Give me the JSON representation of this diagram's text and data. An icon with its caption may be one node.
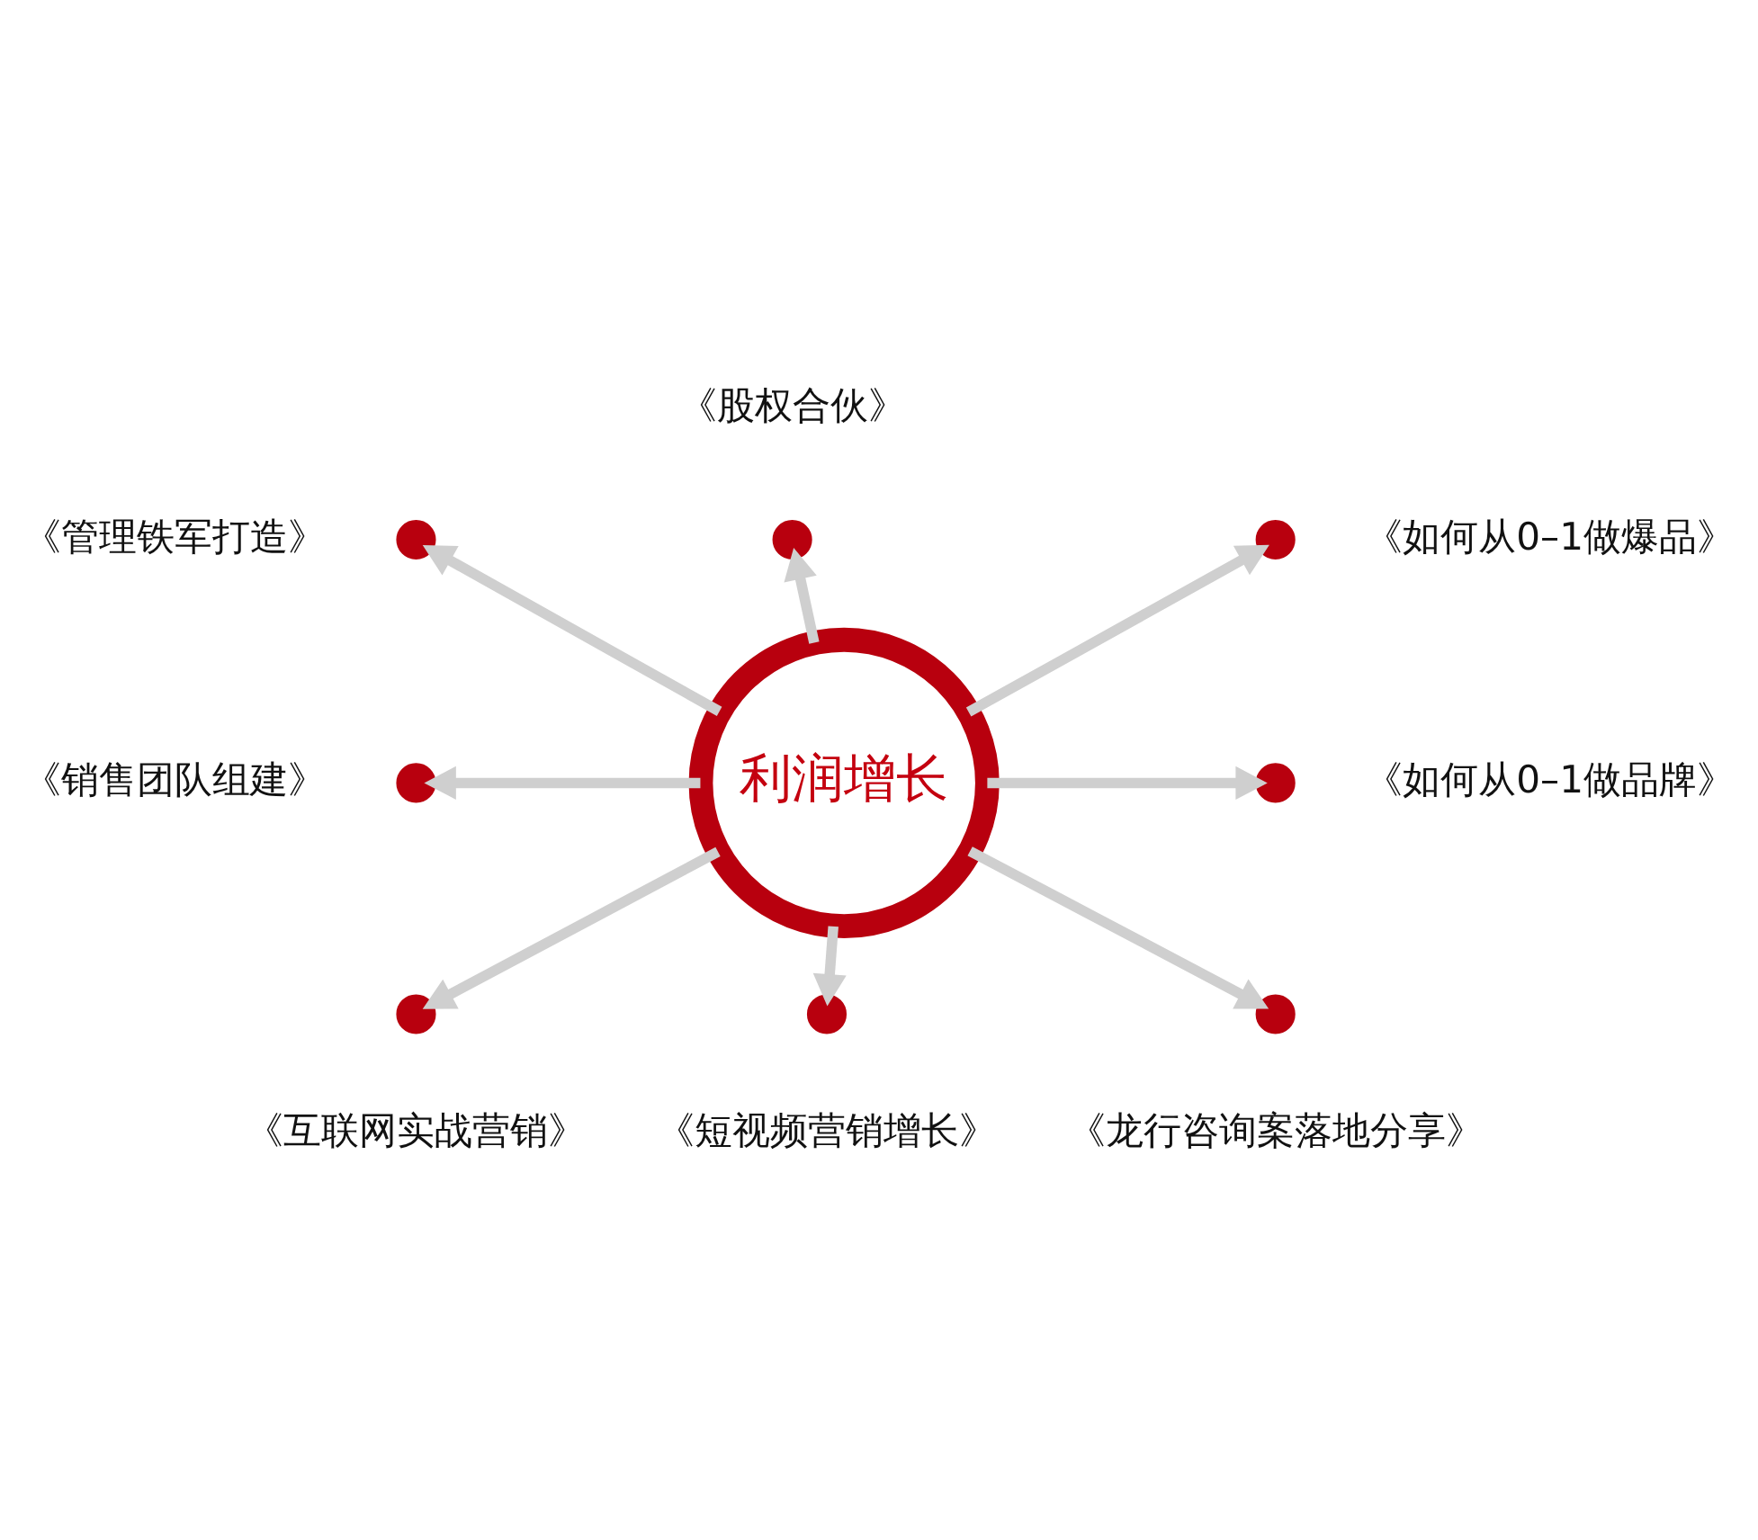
{
  "diagram": {
    "nodes": [
      {
        "text": [],
        "shape": "circle",
        "beside": [
          "《股权合伙》"
        ]
      },
      {
        "text": [],
        "shape": "circle",
        "beside": [
          "《管理铁军打造》"
        ]
      },
      {
        "text": [],
        "shape": "circle",
        "beside": [
          "《如何从0–1做爆品》"
        ]
      },
      {
        "text": [],
        "shape": "circle",
        "beside": [
          "《销售团队组建》"
        ]
      },
      {
        "text": [
          "利润增长"
        ]
      },
      {
        "text": [],
        "shape": "circle",
        "beside": [
          "《如何从0–1做品牌》"
        ]
      },
      {
        "text": [],
        "shape": "circle",
        "beside": [
          "《互联网实战营销》"
        ]
      },
      {
        "text": [],
        "shape": "circle",
        "beside": [
          "《龙行咨询案落地分享》"
        ]
      },
      {
        "text": [],
        "shape": "circle",
        "beside": [
          "《短视频营销增长》"
        ]
      }
    ],
    "edges": [
      {
        "from": 4,
        "to": 0,
        "arrow": "to"
      },
      {
        "from": 4,
        "to": 2,
        "arrow": "to"
      },
      {
        "from": 4,
        "to": 5,
        "arrow": "to"
      },
      {
        "from": 4,
        "to": 7,
        "arrow": "to"
      },
      {
        "from": 4,
        "to": 8,
        "arrow": "to"
      },
      {
        "from": 4,
        "to": 6,
        "arrow": "to"
      },
      {
        "from": 4,
        "to": 3,
        "arrow": "to"
      },
      {
        "from": 4,
        "to": 1,
        "arrow": "to"
      }
    ]
  }
}
